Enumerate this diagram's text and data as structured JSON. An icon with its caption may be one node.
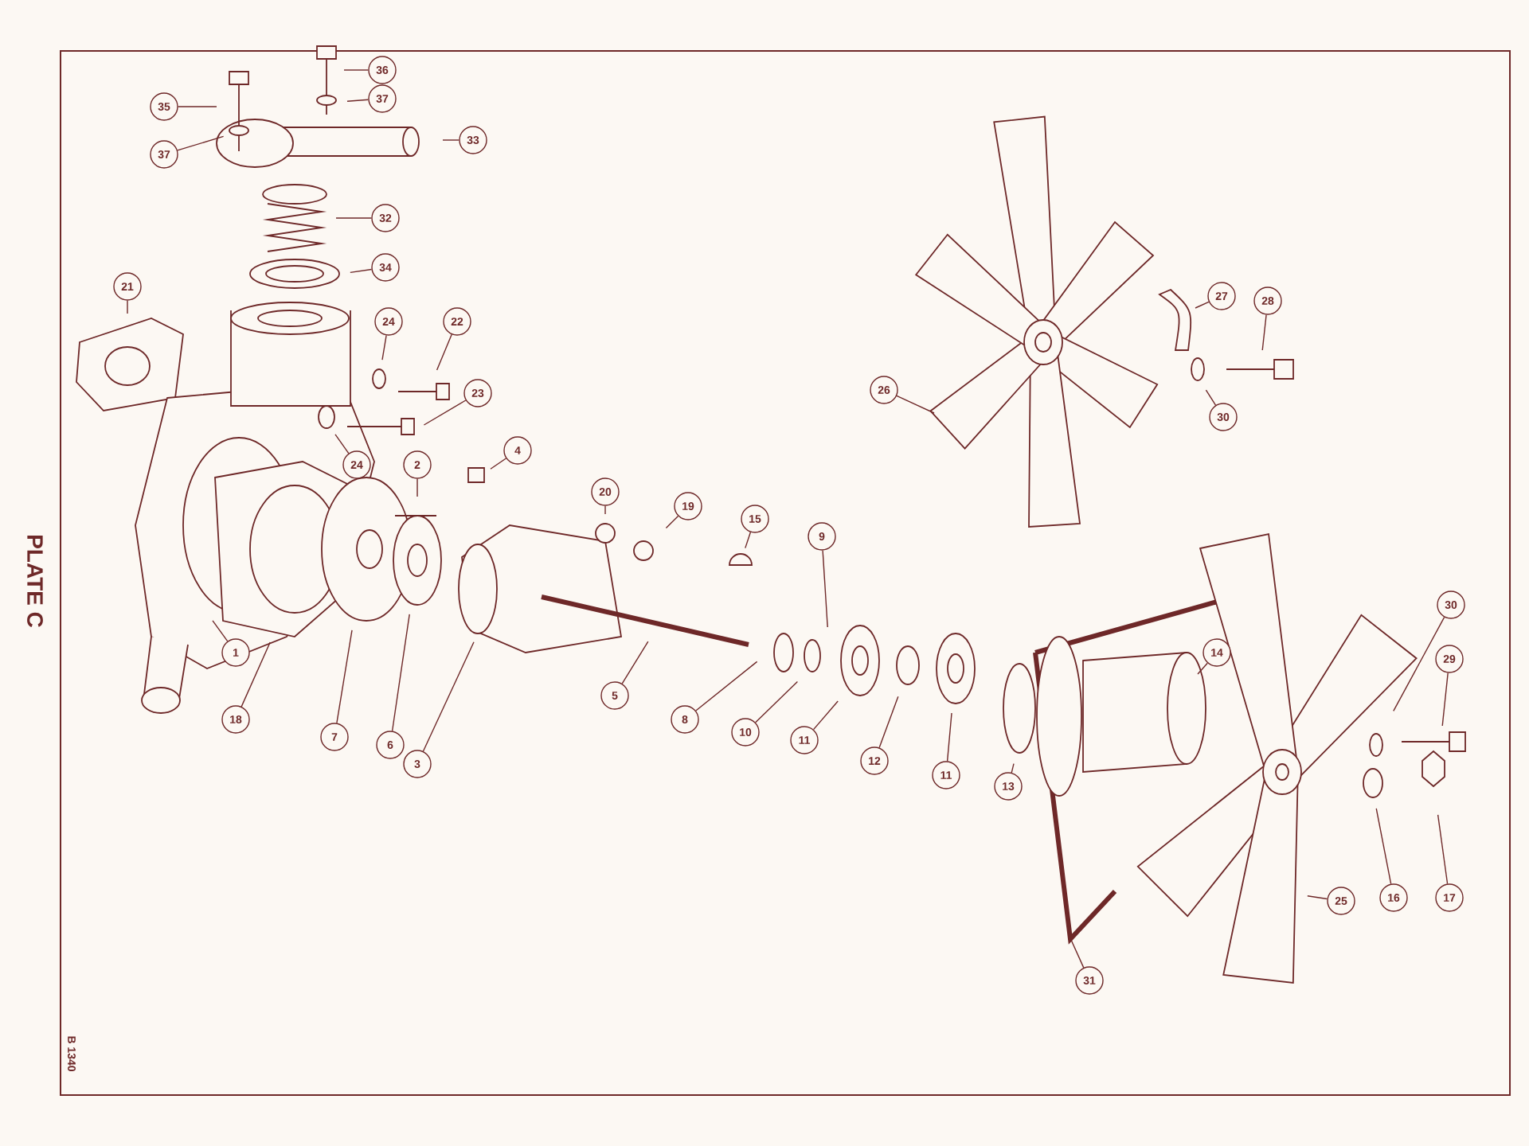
{
  "diagram": {
    "nodes": [
      {
        "text": [
          "35"
        ]
      },
      {
        "text": [
          "36"
        ]
      },
      {
        "text": [
          "37"
        ]
      },
      {
        "text": [
          "37"
        ]
      },
      {
        "text": [
          "33"
        ]
      },
      {
        "text": [
          "32"
        ]
      },
      {
        "text": [
          "34"
        ]
      },
      {
        "text": [
          "21"
        ]
      },
      {
        "text": [
          "24"
        ]
      },
      {
        "text": [
          "22"
        ]
      },
      {
        "text": [
          "27"
        ]
      },
      {
        "text": [
          "28"
        ]
      },
      {
        "text": [
          "26"
        ]
      },
      {
        "text": [
          "23"
        ]
      },
      {
        "text": [
          "30"
        ]
      },
      {
        "text": [
          "24"
        ]
      },
      {
        "text": [
          "2"
        ]
      },
      {
        "text": [
          "4"
        ]
      },
      {
        "text": [
          "20"
        ]
      },
      {
        "text": [
          "19"
        ]
      },
      {
        "text": [
          "15"
        ]
      },
      {
        "text": [
          "9"
        ]
      },
      {
        "text": [
          "30"
        ]
      },
      {
        "text": [
          "14"
        ]
      },
      {
        "text": [
          "1"
        ]
      },
      {
        "text": [
          "29"
        ]
      },
      {
        "text": [
          "5"
        ]
      },
      {
        "text": [
          "18"
        ]
      },
      {
        "text": [
          "8"
        ]
      },
      {
        "text": [
          "10"
        ]
      },
      {
        "text": [
          "7"
        ]
      },
      {
        "text": [
          "6"
        ]
      },
      {
        "text": [
          "11"
        ]
      },
      {
        "text": [
          "12"
        ]
      },
      {
        "text": [
          "3"
        ]
      },
      {
        "text": [
          "11"
        ]
      },
      {
        "text": [
          "13"
        ]
      },
      {
        "text": [
          "25"
        ]
      },
      {
        "text": [
          "16"
        ]
      },
      {
        "text": [
          "17"
        ]
      },
      {
        "text": [
          "31"
        ]
      }
    ],
    "edges": [
      {
        "from": 0,
        "to": null,
        "arrow": "none"
      },
      {
        "from": 1,
        "to": null,
        "arrow": "none"
      },
      {
        "from": 2,
        "to": null,
        "arrow": "none"
      },
      {
        "from": 3,
        "to": null,
        "arrow": "none"
      },
      {
        "from": 4,
        "to": null,
        "arrow": "none"
      },
      {
        "from": 5,
        "to": null,
        "arrow": "none"
      },
      {
        "from": 6,
        "to": null,
        "arrow": "none"
      },
      {
        "from": 7,
        "to": null,
        "arrow": "none"
      },
      {
        "from": 8,
        "to": null,
        "arrow": "none"
      },
      {
        "from": 9,
        "to": null,
        "arrow": "none"
      },
      {
        "from": 10,
        "to": null,
        "arrow": "none"
      },
      {
        "from": 11,
        "to": null,
        "arrow": "none"
      },
      {
        "from": 12,
        "to": null,
        "arrow": "none"
      },
      {
        "from": 13,
        "to": null,
        "arrow": "none"
      },
      {
        "from": 14,
        "to": null,
        "arrow": "none"
      },
      {
        "from": 15,
        "to": null,
        "arrow": "none"
      },
      {
        "from": 16,
        "to": null,
        "arrow": "none"
      },
      {
        "from": 17,
        "to": null,
        "arrow": "none"
      },
      {
        "from": 18,
        "to": null,
        "arrow": "none"
      },
      {
        "from": 19,
        "to": null,
        "arrow": "none"
      },
      {
        "from": 20,
        "to": null,
        "arrow": "none"
      },
      {
        "from": 21,
        "to": null,
        "arrow": "none"
      },
      {
        "from": 22,
        "to": null,
        "arrow": "none"
      },
      {
        "from": 23,
        "to": null,
        "arrow": "none"
      },
      {
        "from": 24,
        "to": null,
        "arrow": "none"
      },
      {
        "from": 25,
        "to": null,
        "arrow": "none"
      },
      {
        "from": 26,
        "to": null,
        "arrow": "none"
      },
      {
        "from": 27,
        "to": null,
        "arrow": "none"
      },
      {
        "from": 28,
        "to": null,
        "arrow": "none"
      },
      {
        "from": 29,
        "to": null,
        "arrow": "none"
      },
      {
        "from": 30,
        "to": null,
        "arrow": "none"
      },
      {
        "from": 31,
        "to": null,
        "arrow": "none"
      },
      {
        "from": 32,
        "to": null,
        "arrow": "none"
      },
      {
        "from": 33,
        "to": null,
        "arrow": "none"
      },
      {
        "from": 34,
        "to": null,
        "arrow": "none"
      },
      {
        "from": 35,
        "to": null,
        "arrow": "none"
      },
      {
        "from": 36,
        "to": null,
        "arrow": "none"
      },
      {
        "from": 37,
        "to": null,
        "arrow": "none"
      },
      {
        "from": 38,
        "to": null,
        "arrow": "none"
      },
      {
        "from": 39,
        "to": null,
        "arrow": "none"
      },
      {
        "from": 40,
        "to": null,
        "arrow": "none"
      }
    ],
    "labels": [
      "PLATE C",
      "B 1340"
    ]
  }
}
